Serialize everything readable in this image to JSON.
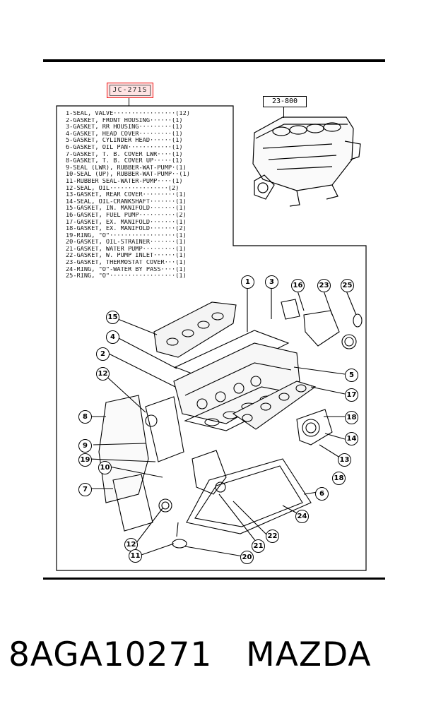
{
  "catalog_tag": "JC-271S",
  "reference_tag": "23-800",
  "parts": [
    "1-SEAL, VALVE·················(12)",
    "2-GASKET, FRONT HOUSING······(1)",
    "3-GASKET, RR HOUSING·········(1)",
    "4-GASKET, HEAD COVER·········(1)",
    "5-GASKET, CYLINDER HEAD······(1)",
    "6-GASKET, OIL PAN············(1)",
    "7-GASKET, T. B. COVER LWR····(1)",
    "8-GASKET, T. B. COVER UP·····(1)",
    "9-SEAL (LWR), RUBBER-WAT-PUMP·(1)",
    "10-SEAL (UP), RUBBER-WAT-PUMP··(1)",
    "11-RUBBER SEAL-WATER-PUMP····(1)",
    "12-SEAL, OIL················(2)",
    "13-GASKET, REAR COVER·········(1)",
    "14-SEAL, OIL-CRANKSHAFT·······(1)",
    "15-GASKET, IN. MANIFOLD·······(1)",
    "16-GASKET, FUEL PUMP··········(2)",
    "17-GASKET, EX. MANIFOLD·······(1)",
    "18-GASKET, EX. MANIFOLD·······(2)",
    "19-RING, \"O\"··················(1)",
    "20-GASKET, OIL-STRAINER·······(1)",
    "21-GASKET, WATER PUMP·········(1)",
    "22-GASKET, W. PUMP INLET······(1)",
    "23-GASKET, THERMOSTAT COVER···(1)",
    "24-RING, \"O\"-WATER BY PASS····(1)",
    "25-RING, \"O\"··················(1)"
  ],
  "callouts": [
    "1",
    "3",
    "16",
    "23",
    "25",
    "15",
    "4",
    "2",
    "5",
    "12",
    "17",
    "8",
    "18",
    "14",
    "9",
    "13",
    "19",
    "10",
    "18",
    "7",
    "6",
    "24",
    "12",
    "22",
    "21",
    "11",
    "20"
  ],
  "footer": {
    "part_number": "8AGA10271",
    "brand": "MAZDA"
  }
}
